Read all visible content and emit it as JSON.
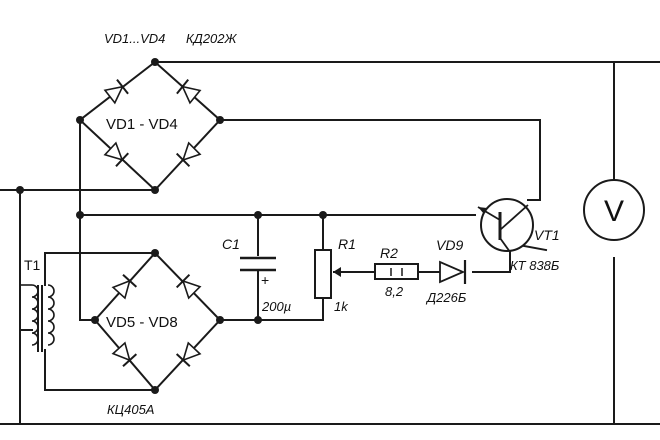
{
  "labels": {
    "bridge_top_header": "VD1...VD4",
    "bridge_top_type": "КД202Ж",
    "bridge_top_name": "VD1 - VD4",
    "bridge_bottom_name": "VD5 - VD8",
    "bridge_bottom_type": "КЦ405А",
    "transformer": "T1",
    "capacitor": "C1",
    "capacitor_plus": "+",
    "capacitor_value": "200µ",
    "pot": "R1",
    "pot_value": "1k",
    "resistor": "R2",
    "resistor_value": "8,2",
    "diode": "VD9",
    "diode_type": "Д226Б",
    "transistor": "VT1",
    "transistor_type": "КТ 838Б",
    "meter": "V"
  },
  "colors": {
    "ink": "#1a1a1a",
    "background": "#ffffff"
  }
}
